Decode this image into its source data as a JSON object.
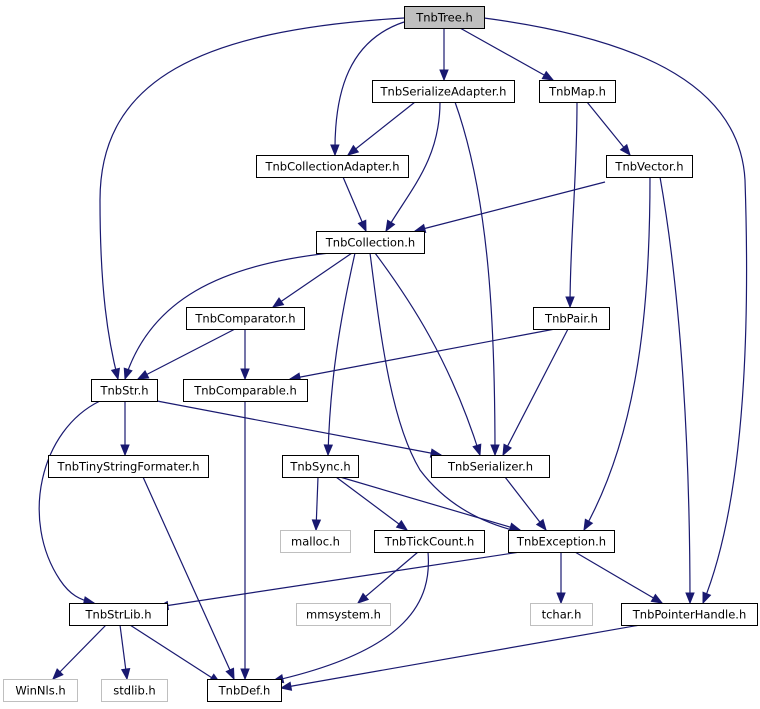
{
  "title": "TnbTree.h",
  "colors": {
    "edge": "#191970",
    "root_fill": "#bfbfbf",
    "node_fill": "#ffffff",
    "node_border": "#000000",
    "system_border": "#bfbfbf",
    "system_text": "#000000"
  },
  "nodes": [
    {
      "id": "tree",
      "label": "TnbTree.h",
      "kind": "root"
    },
    {
      "id": "serialadp",
      "label": "TnbSerializeAdapter.h",
      "kind": "file"
    },
    {
      "id": "map",
      "label": "TnbMap.h",
      "kind": "file"
    },
    {
      "id": "colladp",
      "label": "TnbCollectionAdapter.h",
      "kind": "file"
    },
    {
      "id": "vector",
      "label": "TnbVector.h",
      "kind": "file"
    },
    {
      "id": "coll",
      "label": "TnbCollection.h",
      "kind": "file"
    },
    {
      "id": "comparator",
      "label": "TnbComparator.h",
      "kind": "file"
    },
    {
      "id": "pair",
      "label": "TnbPair.h",
      "kind": "file"
    },
    {
      "id": "str",
      "label": "TnbStr.h",
      "kind": "file"
    },
    {
      "id": "comparable",
      "label": "TnbComparable.h",
      "kind": "file"
    },
    {
      "id": "tiny",
      "label": "TnbTinyStringFormater.h",
      "kind": "file"
    },
    {
      "id": "sync",
      "label": "TnbSync.h",
      "kind": "file"
    },
    {
      "id": "serializer",
      "label": "TnbSerializer.h",
      "kind": "file"
    },
    {
      "id": "malloc",
      "label": "malloc.h",
      "kind": "system"
    },
    {
      "id": "tick",
      "label": "TnbTickCount.h",
      "kind": "file"
    },
    {
      "id": "exception",
      "label": "TnbException.h",
      "kind": "file"
    },
    {
      "id": "strlib",
      "label": "TnbStrLib.h",
      "kind": "file"
    },
    {
      "id": "mmsystem",
      "label": "mmsystem.h",
      "kind": "system"
    },
    {
      "id": "tchar",
      "label": "tchar.h",
      "kind": "system"
    },
    {
      "id": "ptrhandle",
      "label": "TnbPointerHandle.h",
      "kind": "file"
    },
    {
      "id": "winnls",
      "label": "WinNls.h",
      "kind": "system"
    },
    {
      "id": "stdlib",
      "label": "stdlib.h",
      "kind": "system"
    },
    {
      "id": "def",
      "label": "TnbDef.h",
      "kind": "file"
    }
  ],
  "edges": [
    [
      "tree",
      "serialadp"
    ],
    [
      "tree",
      "map"
    ],
    [
      "tree",
      "colladp"
    ],
    [
      "tree",
      "str"
    ],
    [
      "tree",
      "ptrhandle"
    ],
    [
      "serialadp",
      "colladp"
    ],
    [
      "serialadp",
      "coll"
    ],
    [
      "serialadp",
      "serializer"
    ],
    [
      "map",
      "vector"
    ],
    [
      "map",
      "pair"
    ],
    [
      "colladp",
      "coll"
    ],
    [
      "vector",
      "coll"
    ],
    [
      "vector",
      "exception"
    ],
    [
      "vector",
      "ptrhandle"
    ],
    [
      "coll",
      "comparator"
    ],
    [
      "coll",
      "str"
    ],
    [
      "coll",
      "sync"
    ],
    [
      "coll",
      "serializer"
    ],
    [
      "coll",
      "exception"
    ],
    [
      "comparator",
      "str"
    ],
    [
      "comparator",
      "comparable"
    ],
    [
      "pair",
      "comparable"
    ],
    [
      "pair",
      "serializer"
    ],
    [
      "str",
      "tiny"
    ],
    [
      "str",
      "serializer"
    ],
    [
      "str",
      "strlib"
    ],
    [
      "comparable",
      "def"
    ],
    [
      "tiny",
      "def"
    ],
    [
      "sync",
      "malloc"
    ],
    [
      "sync",
      "tick"
    ],
    [
      "sync",
      "exception"
    ],
    [
      "serializer",
      "exception"
    ],
    [
      "tick",
      "mmsystem"
    ],
    [
      "tick",
      "def"
    ],
    [
      "exception",
      "strlib"
    ],
    [
      "exception",
      "tchar"
    ],
    [
      "exception",
      "ptrhandle"
    ],
    [
      "strlib",
      "winnls"
    ],
    [
      "strlib",
      "stdlib"
    ],
    [
      "strlib",
      "def"
    ],
    [
      "ptrhandle",
      "def"
    ]
  ]
}
